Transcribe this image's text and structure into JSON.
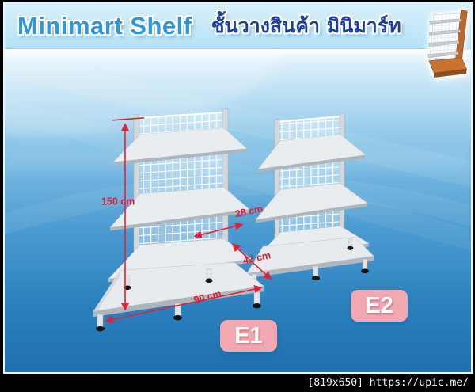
{
  "header": {
    "title_en": "Minimart Shelf",
    "title_th": "ชั้นวางสินค้า มินิมาร์ท"
  },
  "products": [
    {
      "label": "E1"
    },
    {
      "label": "E2"
    }
  ],
  "annotations": {
    "height": "150 cm",
    "shelf_depth": "28 cm",
    "base_depth": "42 cm",
    "width": "90 cm"
  },
  "footer": {
    "caption": "[819x650] https://upic.me/"
  },
  "icons": {
    "corner": "gondola-shelf-icon"
  },
  "colors": {
    "header_bg": "#c4e8f8",
    "title_en_blue": "#2e96dd",
    "title_th_blue": "#1c3f9e",
    "dimension_red": "#e02238",
    "badge_pink": "#f2a8b1",
    "scene_blue_bottom": "#1f6fae",
    "shelf_white": "#e9edf0",
    "icon_wood_orange": "#b5682f",
    "frame_black": "#000000"
  }
}
